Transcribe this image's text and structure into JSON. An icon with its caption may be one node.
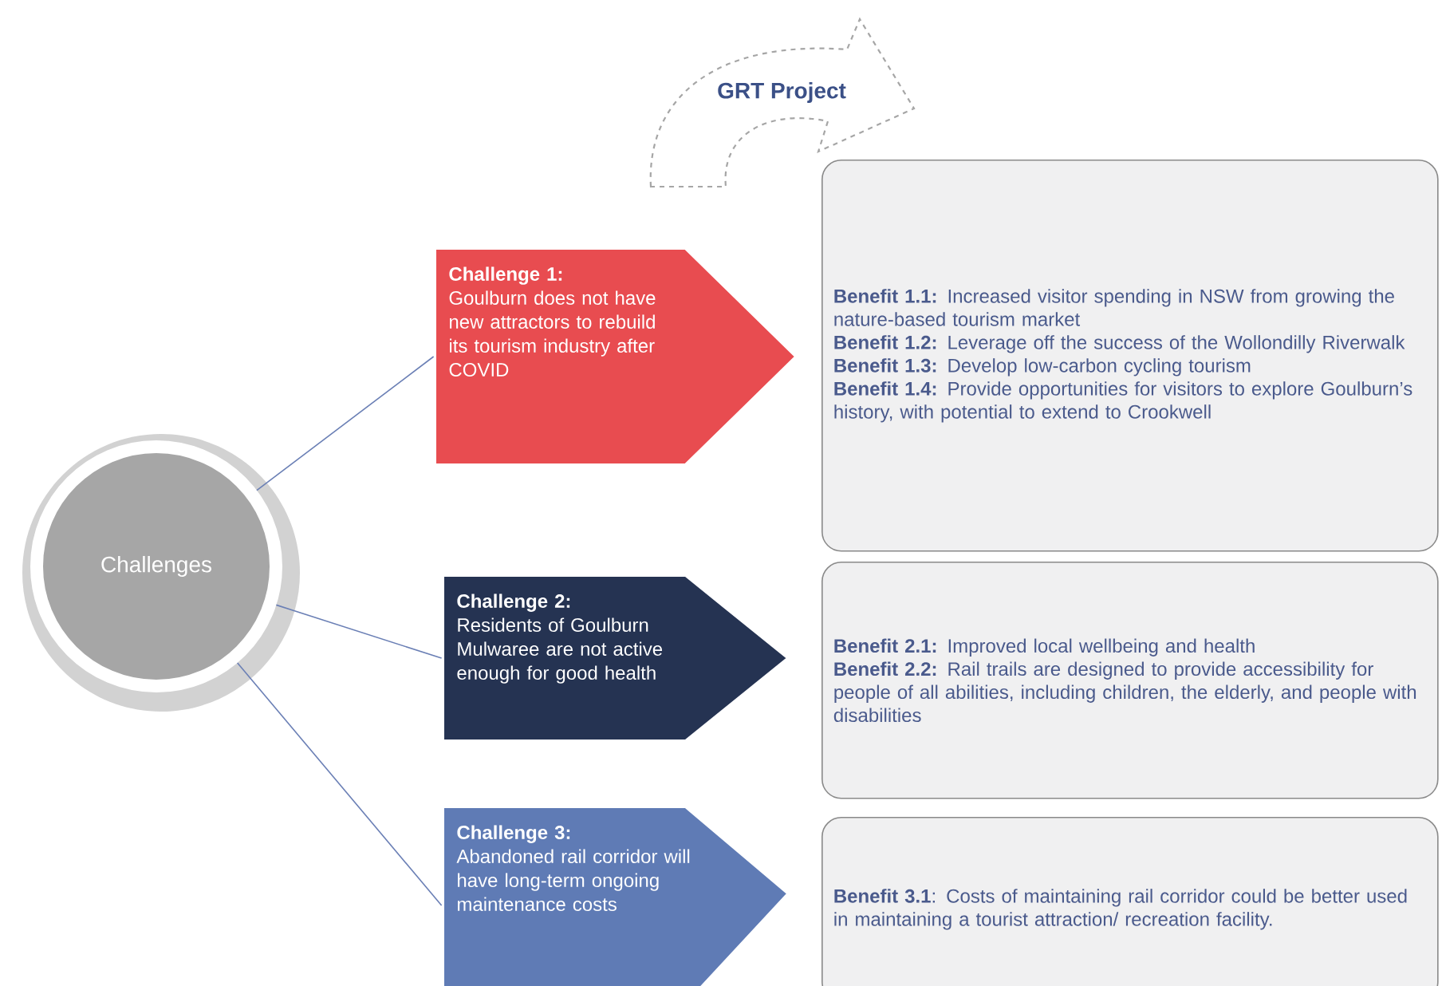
{
  "diagram": {
    "nodes": [
      {
        "text": [
          "GRT Project"
        ]
      },
      {
        "text": [
          "Challenges"
        ]
      },
      {
        "text": [
          "Challenge 1:",
          "Goulburn does not have new attractors to rebuild its tourism industry after COVID"
        ]
      },
      {
        "text": [
          "Challenge 2:",
          "Residents of Goulburn Mulwaree are not active enough for good health"
        ]
      },
      {
        "text": [
          "Challenge 3:",
          "Abandoned rail corridor will have long-term ongoing maintenance costs"
        ]
      },
      {
        "text": [
          "**Benefit 1.1:** Increased visitor spending in NSW from growing the nature-based tourism market",
          "**Benefit 1.2:** Leverage off the success of the Wollondilly Riverwalk",
          "**Benefit 1.3:** Develop low-carbon cycling tourism",
          "**Benefit 1.4:** Provide opportunities for visitors to explore Goulburn’s history, with potential to extend to Crookwell"
        ]
      },
      {
        "text": [
          "**Benefit 2.1:** Improved local wellbeing and health",
          "**Benefit 2.2:** Rail trails are designed to provide accessibility for people of all abilities, including children, the elderly, and people with disabilities"
        ]
      },
      {
        "text": [
          "**Benefit 3.1**: Costs of maintaining rail corridor could be better used in maintaining a tourist attraction/ recreation facility."
        ]
      }
    ],
    "edges": [
      {
        "from": 1,
        "to": 2,
        "arrow": "none"
      },
      {
        "from": 1,
        "to": 3,
        "arrow": "none"
      },
      {
        "from": 1,
        "to": 4,
        "arrow": "none"
      }
    ]
  }
}
